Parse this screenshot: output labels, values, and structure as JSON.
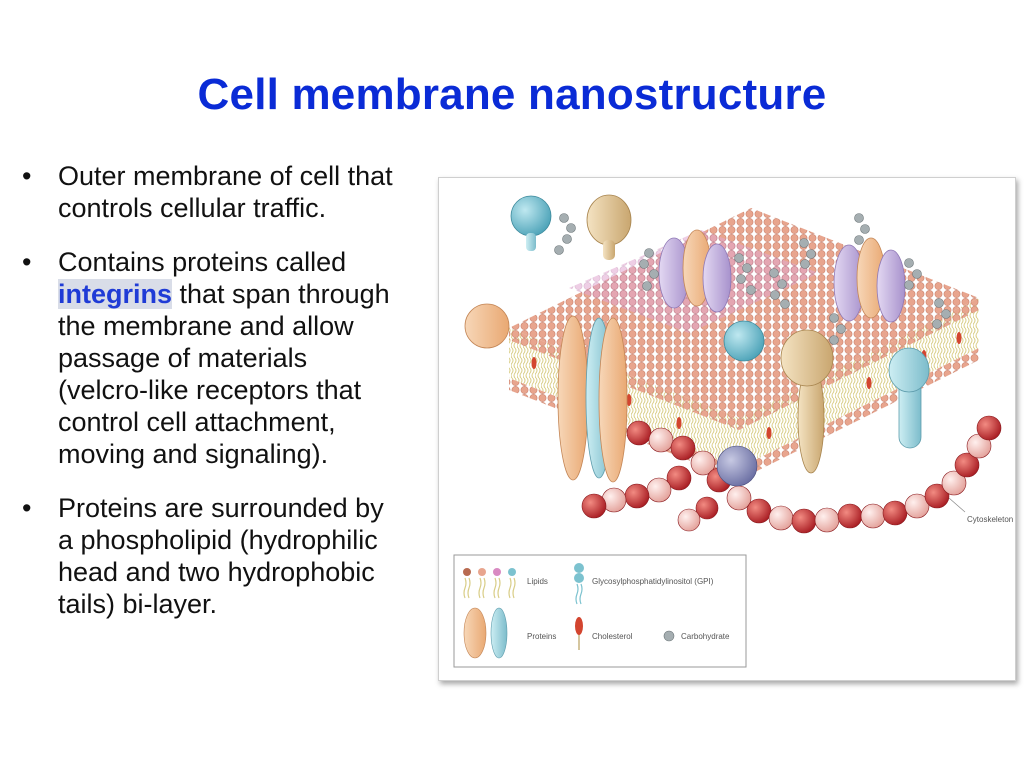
{
  "slide": {
    "title": "Cell membrane nanostructure",
    "bullets": [
      {
        "text": "Outer membrane of cell that controls cellular traffic."
      },
      {
        "pre": "Contains proteins called ",
        "highlight": "integrins",
        "post": " that span through the membrane and allow passage of materials (velcro-like receptors that control cell attachment, moving and signaling)."
      },
      {
        "text": "Proteins are surrounded by a phospholipid (hydrophilic head and two hydrophobic tails) bi-layer."
      }
    ],
    "bullet_glyph": "•"
  },
  "figure": {
    "callout": "Cytoskeleton",
    "legend": {
      "lipids": "Lipids",
      "gpi": "Glycosylphosphatidylinositol (GPI)",
      "proteins": "Proteins",
      "cholesterol": "Cholesterol",
      "carbohydrate": "Carbohydrate"
    },
    "colors": {
      "lipid_head": "#e8a58e",
      "lipid_head_alt": "#d98ac2",
      "tail": "#e6dca0",
      "protein_orange": "#f3c39a",
      "protein_blue": "#9fd3dc",
      "protein_purple": "#c4b3dd",
      "cytoskeleton_red": "#c8262b",
      "cytoskeleton_pink": "#f0b7b0",
      "carb_grey": "#9aa3a6",
      "cholesterol": "#d3452f"
    }
  }
}
